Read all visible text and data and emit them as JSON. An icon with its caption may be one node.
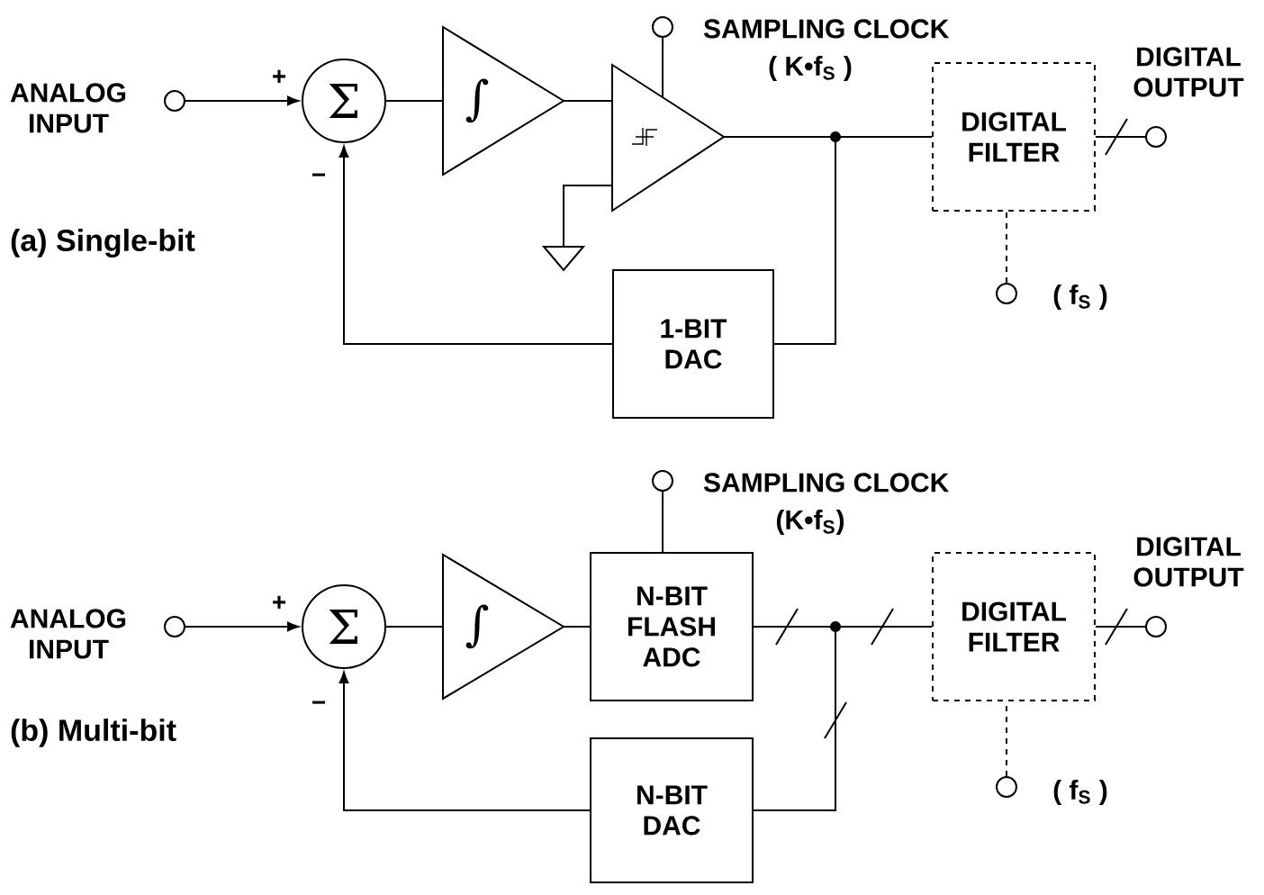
{
  "diagram": {
    "nodes": [
      {
        "text": [],
        "shape": "circle",
        "beside": [
          "ANALOG INPUT"
        ]
      },
      {
        "text": [
          "Σ"
        ]
      },
      {
        "text": [
          "∫"
        ]
      },
      {
        "text": [],
        "shape": "triangle"
      },
      {
        "text": [],
        "shape": "circle",
        "beside": [
          "SAMPLING CLOCK",
          "( K•f$_{S}$ )"
        ]
      },
      {
        "text": [],
        "shape": "triangle"
      },
      {
        "text": [
          "DIGITAL FILTER"
        ]
      },
      {
        "text": [],
        "shape": "circle",
        "beside": [
          "DIGITAL OUTPUT"
        ]
      },
      {
        "text": [],
        "shape": "circle",
        "beside": [
          "( f$_{S}$ )"
        ]
      },
      {
        "text": [
          "1-BIT DAC"
        ]
      },
      {
        "text": [],
        "shape": "circle",
        "beside": [
          "ANALOG INPUT"
        ]
      },
      {
        "text": [
          "Σ"
        ]
      },
      {
        "text": [
          "∫"
        ]
      },
      {
        "text": [],
        "shape": "circle",
        "beside": [
          "SAMPLING CLOCK",
          "(K•f$_{S}$)"
        ]
      },
      {
        "text": [
          "N-BIT FLASH ADC"
        ]
      },
      {
        "text": [
          "DIGITAL FILTER"
        ]
      },
      {
        "text": [],
        "shape": "circle",
        "beside": [
          "DIGITAL OUTPUT"
        ]
      },
      {
        "text": [],
        "shape": "circle",
        "beside": [
          "( f$_{S}$ )"
        ]
      },
      {
        "text": [
          "N-BIT DAC"
        ]
      }
    ],
    "edges": [
      {
        "from": 0,
        "to": 1,
        "arrow": "to"
      },
      {
        "from": 1,
        "to": 2,
        "arrow": "none"
      },
      {
        "from": 2,
        "to": 3,
        "arrow": "none"
      },
      {
        "from": 4,
        "to": 3,
        "arrow": "none"
      },
      {
        "from": 3,
        "to": 5,
        "arrow": "none"
      },
      {
        "from": 3,
        "to": 6,
        "arrow": "none"
      },
      {
        "from": 3,
        "to": 9,
        "arrow": "none"
      },
      {
        "from": 6,
        "to": 7,
        "arrow": "none"
      },
      {
        "from": 8,
        "to": 6,
        "arrow": "none",
        "style": "dashed"
      },
      {
        "from": 9,
        "to": 1,
        "arrow": "to"
      },
      {
        "from": 10,
        "to": 11,
        "arrow": "to"
      },
      {
        "from": 11,
        "to": 12,
        "arrow": "none"
      },
      {
        "from": 12,
        "to": 14,
        "arrow": "none"
      },
      {
        "from": 13,
        "to": 14,
        "arrow": "none"
      },
      {
        "from": 14,
        "to": 15,
        "arrow": "none"
      },
      {
        "from": 14,
        "to": 18,
        "arrow": "none"
      },
      {
        "from": 15,
        "to": 16,
        "arrow": "none"
      },
      {
        "from": 17,
        "to": 15,
        "arrow": "none",
        "style": "dashed"
      },
      {
        "from": 18,
        "to": 11,
        "arrow": "to"
      }
    ],
    "labels": [
      "+",
      "−",
      "(a) Single-bit",
      "+",
      "−",
      "(b) Multi-bit"
    ]
  }
}
